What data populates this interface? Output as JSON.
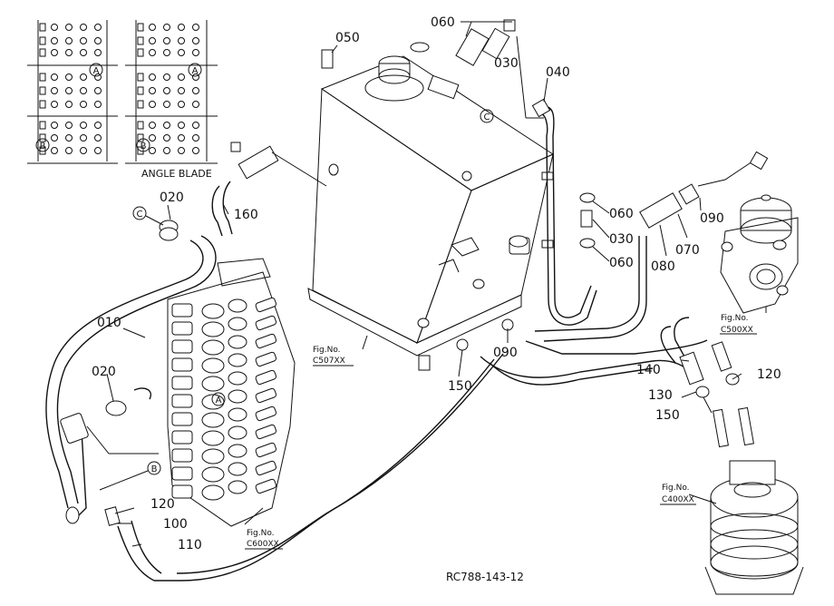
{
  "labels": {
    "p010": "010",
    "p020a": "020",
    "p020b": "020",
    "p030a": "030",
    "p030b": "030",
    "p040": "040",
    "p050": "050",
    "p060a": "060",
    "p060b": "060",
    "p060c": "060",
    "p070": "070",
    "p080": "080",
    "p090a": "090",
    "p090b": "090",
    "p100": "100",
    "p110": "110",
    "p120a": "120",
    "p120b": "120",
    "p130": "130",
    "p140": "140",
    "p150a": "150",
    "p150b": "150",
    "p160": "160"
  },
  "callouts": {
    "A": "A",
    "B": "B",
    "C": "C"
  },
  "figs": {
    "c507_a": "Fig.No.",
    "c507_b": "C507XX",
    "c500_a": "Fig.No.",
    "c500_b": "C500XX",
    "c600_a": "Fig.No.",
    "c600_b": "C600XX",
    "c400_a": "Fig.No.",
    "c400_b": "C400XX"
  },
  "inset_caption": "ANGLE BLADE",
  "drawing_number": "RC788-143-12"
}
